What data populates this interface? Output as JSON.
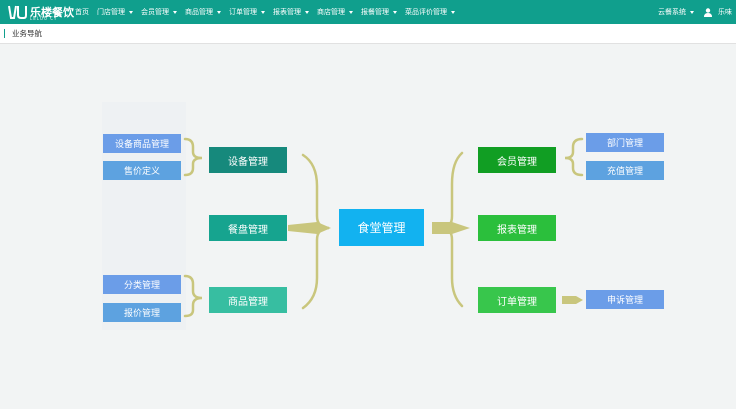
{
  "header": {
    "logo_text": "乐楼餐饮",
    "logo_sub": "LELOU CY",
    "nav": [
      {
        "label": "首页",
        "caret": false
      },
      {
        "label": "门店管理",
        "caret": true
      },
      {
        "label": "会员管理",
        "caret": true
      },
      {
        "label": "商品管理",
        "caret": true
      },
      {
        "label": "订单管理",
        "caret": true
      },
      {
        "label": "报表管理",
        "caret": true
      },
      {
        "label": "商店管理",
        "caret": true
      },
      {
        "label": "报餐管理",
        "caret": true
      },
      {
        "label": "菜品评价管理",
        "caret": true
      }
    ],
    "system_menu": "云餐系统",
    "user_name": "乐味"
  },
  "breadcrumb": {
    "label": "业务导航"
  },
  "diagram": {
    "center": "食堂管理",
    "left": [
      {
        "label": "设备管理",
        "children": [
          "设备商品管理",
          "售价定义"
        ]
      },
      {
        "label": "餐盘管理",
        "children": []
      },
      {
        "label": "商品管理",
        "children": [
          "分类管理",
          "报价管理"
        ]
      }
    ],
    "right": [
      {
        "label": "会员管理",
        "children": [
          "部门管理",
          "充值管理"
        ]
      },
      {
        "label": "报表管理",
        "children": []
      },
      {
        "label": "订单管理",
        "children": [
          "申诉管理"
        ]
      }
    ]
  },
  "colors": {
    "header_bg": "#109f8d",
    "center": "#12b2f0",
    "left_1": "#16897c",
    "left_2": "#16a48f",
    "left_3": "#37bea1",
    "right_1": "#119e23",
    "right_2": "#2bbf3c",
    "right_3": "#38c64c",
    "leaf": "#5da2e0",
    "connector": "#c9c67d"
  }
}
